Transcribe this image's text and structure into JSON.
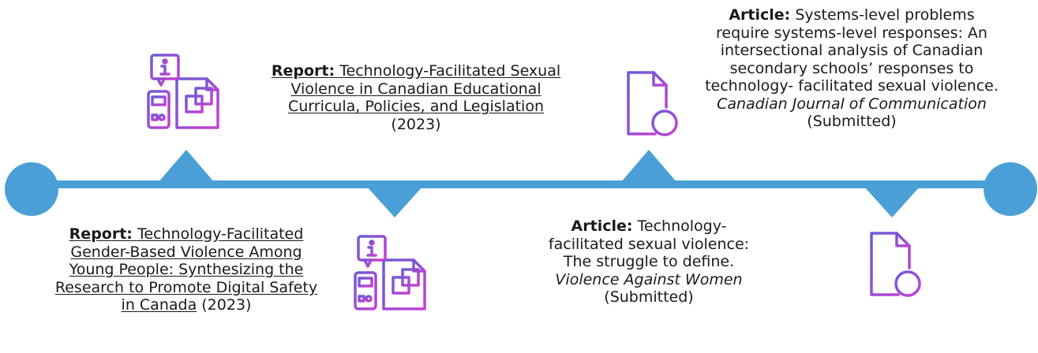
{
  "colors": {
    "line": "#4a9fd6",
    "icon_gradient_start": "#6a5cd6",
    "icon_gradient_end": "#c63fd3",
    "text": "#1a1a1a"
  },
  "entries": [
    {
      "id": "report-curricula",
      "kind": "Report:",
      "title": "Technology-Facilitated Sexual Violence in Canadian Educational Curricula, Policies, and Legislation",
      "year": "(2023)",
      "icon": "report-document-icon"
    },
    {
      "id": "report-young-people",
      "kind": "Report:",
      "title": "Technology-Facilitated Gender-Based Violence Among Young People: Synthesizing the Research to Promote Digital Safety in Canada",
      "year": "(2023)",
      "icon": "report-document-icon"
    },
    {
      "id": "article-systems",
      "kind": "Article:",
      "text": "Systems-level problems require systems-level responses: An intersectional analysis of Canadian secondary schools’ responses to technology- facilitated sexual violence.",
      "journal": "Canadian Journal of Communication",
      "status": "(Submitted)",
      "icon": "add-document-icon"
    },
    {
      "id": "article-struggle",
      "kind": "Article:",
      "text": "Technology-facilitated sexual violence: The struggle to define.",
      "journal": "Violence Against Women",
      "status": "(Submitted)",
      "icon": "add-document-icon"
    }
  ]
}
